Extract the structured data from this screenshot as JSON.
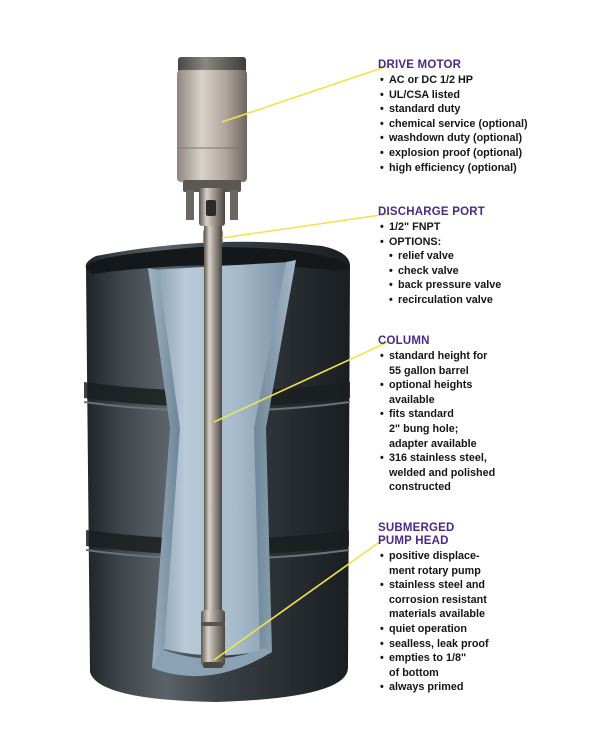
{
  "callouts": [
    {
      "heading": "DRIVE MOTOR",
      "items": [
        {
          "text": "AC or DC 1/2 HP"
        },
        {
          "text": "UL/CSA listed"
        },
        {
          "text": "standard duty"
        },
        {
          "text": "chemical service (optional)"
        },
        {
          "text": "washdown duty (optional)"
        },
        {
          "text": "explosion proof (optional)"
        },
        {
          "text": "high efficiency (optional)"
        }
      ]
    },
    {
      "heading": "DISCHARGE PORT",
      "items": [
        {
          "text": "1/2\" FNPT"
        },
        {
          "text": "OPTIONS:"
        },
        {
          "text": "relief valve",
          "sub": true
        },
        {
          "text": "check valve",
          "sub": true
        },
        {
          "text": "back pressure valve",
          "sub": true
        },
        {
          "text": "recirculation valve",
          "sub": true
        }
      ]
    },
    {
      "heading": "COLUMN",
      "items": [
        {
          "text": "standard height for"
        },
        {
          "text": "55 gallon barrel",
          "cont": true
        },
        {
          "text": "optional heights"
        },
        {
          "text": "available",
          "cont": true
        },
        {
          "text": "fits standard"
        },
        {
          "text": "2\" bung hole;",
          "cont": true
        },
        {
          "text": "adapter available",
          "cont": true
        },
        {
          "text": "316 stainless steel,"
        },
        {
          "text": "welded and polished",
          "cont": true
        },
        {
          "text": "constructed",
          "cont": true
        }
      ]
    },
    {
      "heading": "SUBMERGED",
      "heading2": "PUMP HEAD",
      "items": [
        {
          "text": "positive displace-"
        },
        {
          "text": "ment rotary pump",
          "cont": true
        },
        {
          "text": "stainless steel and"
        },
        {
          "text": "corrosion resistant",
          "cont": true
        },
        {
          "text": "materials available",
          "cont": true
        },
        {
          "text": "quiet operation"
        },
        {
          "text": "sealless, leak proof"
        },
        {
          "text": "empties to 1/8\""
        },
        {
          "text": "of bottom",
          "cont": true
        },
        {
          "text": "always primed"
        }
      ]
    }
  ],
  "colors": {
    "heading": "#4a2a86",
    "leader_line": "#f2e24a",
    "drum_dark": "#2b3034",
    "drum_interior": "#9fb6c8"
  }
}
